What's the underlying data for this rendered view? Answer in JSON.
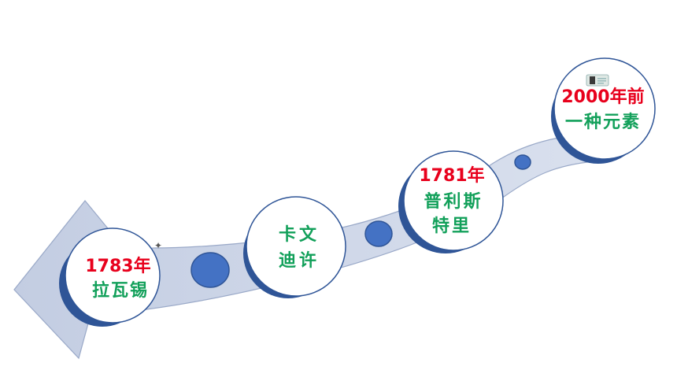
{
  "colors": {
    "year": "#e8001c",
    "name": "#12a05a",
    "arrow_fill": "#c9d3e6",
    "arrow_stroke": "#9aa9c8",
    "circle_shadow": "#2f5597",
    "circle_border": "#2f5597",
    "dot": "#4472c4"
  },
  "timeline": [
    {
      "year": "2000年前",
      "lines": [
        "一种元素"
      ]
    },
    {
      "year": "1781年",
      "lines": [
        "普利斯",
        "特里"
      ]
    },
    {
      "year": "",
      "lines": [
        "卡文",
        "迪许"
      ]
    },
    {
      "year": "1783年",
      "lines": [
        "拉瓦锡"
      ]
    }
  ],
  "thumbnail_icon": "portrait-thumbnail-icon"
}
